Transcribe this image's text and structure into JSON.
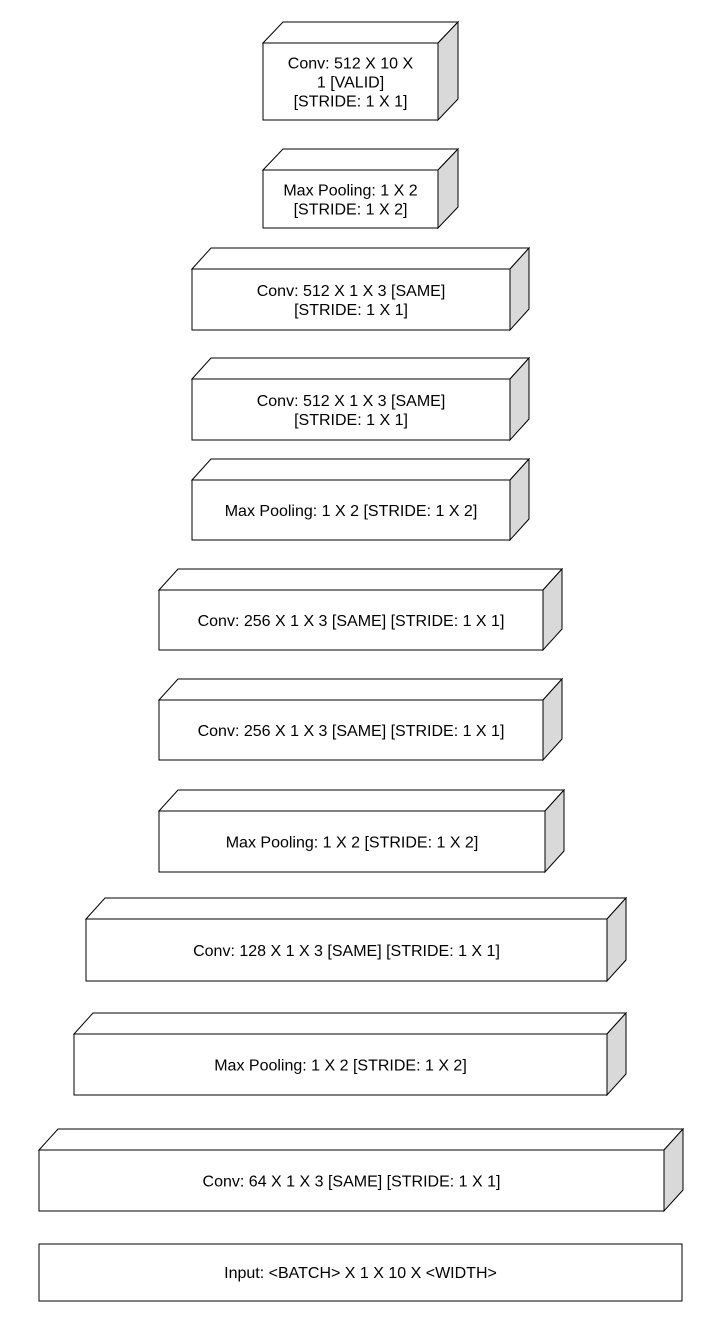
{
  "layers": [
    {
      "id": "conv-512-10x1",
      "lines": [
        "Conv: 512 X 10 X",
        "1 [VALID]",
        "[STRIDE: 1 X 1]"
      ]
    },
    {
      "id": "maxpool-1",
      "lines": [
        "Max Pooling: 1 X 2",
        "[STRIDE: 1 X 2]"
      ]
    },
    {
      "id": "conv-512-a",
      "lines": [
        "Conv: 512 X 1 X 3 [SAME]",
        "[STRIDE: 1 X 1]"
      ]
    },
    {
      "id": "conv-512-b",
      "lines": [
        "Conv: 512 X 1 X 3 [SAME]",
        "[STRIDE: 1 X 1]"
      ]
    },
    {
      "id": "maxpool-2",
      "lines": [
        "Max Pooling: 1 X 2 [STRIDE: 1 X 2]"
      ]
    },
    {
      "id": "conv-256-a",
      "lines": [
        "Conv: 256 X 1 X 3 [SAME] [STRIDE: 1 X 1]"
      ]
    },
    {
      "id": "conv-256-b",
      "lines": [
        "Conv: 256 X 1 X 3 [SAME] [STRIDE: 1 X 1]"
      ]
    },
    {
      "id": "maxpool-3",
      "lines": [
        "Max Pooling: 1 X 2 [STRIDE: 1 X 2]"
      ]
    },
    {
      "id": "conv-128",
      "lines": [
        "Conv: 128 X 1 X 3 [SAME] [STRIDE: 1 X 1]"
      ]
    },
    {
      "id": "maxpool-4",
      "lines": [
        "Max Pooling: 1 X 2 [STRIDE: 1 X 2]"
      ]
    },
    {
      "id": "conv-64",
      "lines": [
        "Conv: 64 X 1 X 3 [SAME] [STRIDE: 1 X 1]"
      ]
    }
  ],
  "input": {
    "label": "Input: <BATCH> X 1 X 10 X <WIDTH>"
  },
  "colors": {
    "stroke": "#000000",
    "front": "#ffffff",
    "top": "#ffffff",
    "side": "#d9d9d9"
  }
}
